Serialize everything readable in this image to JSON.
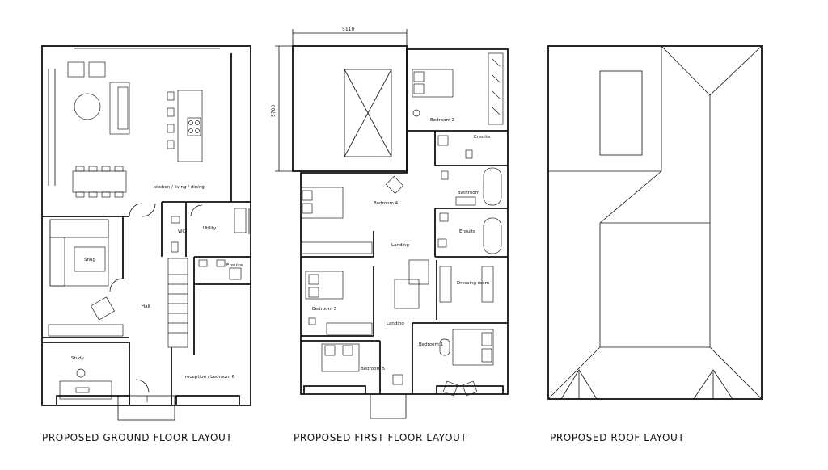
{
  "captions": {
    "ground": "PROPOSED GROUND FLOOR LAYOUT",
    "first": "PROPOSED FIRST FLOOR LAYOUT",
    "roof": "PROPOSED ROOF LAYOUT"
  },
  "ground_rooms": {
    "kitchen": "kitchen / living / dining",
    "wc": "WC",
    "utility": "Utility",
    "snug": "Snug",
    "ensuite": "Ensuite",
    "hall": "Hall",
    "study": "Study",
    "reception": "reception / bedroom 6"
  },
  "first_rooms": {
    "bedroom2": "Bedroom 2",
    "ensuite_top": "Ensuite",
    "bedroom4": "Bedroom 4",
    "bathroom": "Bathroom",
    "ensuite_mid": "Ensuite",
    "landing_top": "Landing",
    "dressing": "Dressing room",
    "bedroom3": "Bedroom 3",
    "landing_bottom": "Landing",
    "bedroom1": "Bedroom 1",
    "bedroom5": "Bedroom 5"
  },
  "dimensions": {
    "width": "5110",
    "height": "5700"
  }
}
